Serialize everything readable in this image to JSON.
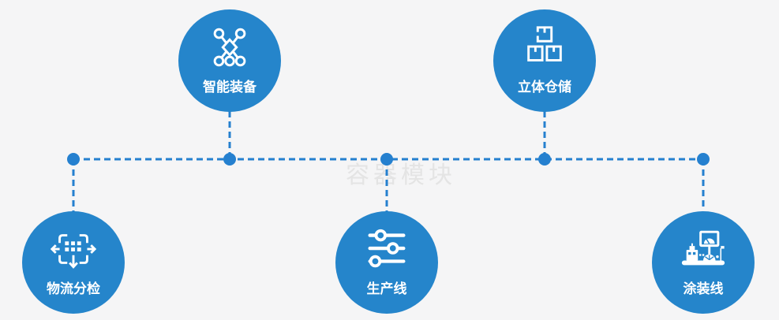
{
  "diagram": {
    "watermark": "容器模块",
    "colors": {
      "background": "#f5f5f6",
      "node_blue": "#2585cb",
      "connector_blue": "#2580cf",
      "label_white": "#ffffff",
      "watermark_gray": "#e4e4e4"
    },
    "nodes": [
      {
        "id": "smart-equipment",
        "label": "智能装备",
        "icon": "network-nodes-icon",
        "row": "top"
      },
      {
        "id": "warehouse",
        "label": "立体仓储",
        "icon": "stacked-boxes-icon",
        "row": "top"
      },
      {
        "id": "logistics-sorting",
        "label": "物流分检",
        "icon": "sorting-arrows-icon",
        "row": "bottom"
      },
      {
        "id": "production-line",
        "label": "生产线",
        "icon": "sliders-icon",
        "row": "bottom"
      },
      {
        "id": "coating-line",
        "label": "涂装线",
        "icon": "machine-monitor-icon",
        "row": "bottom"
      }
    ]
  }
}
